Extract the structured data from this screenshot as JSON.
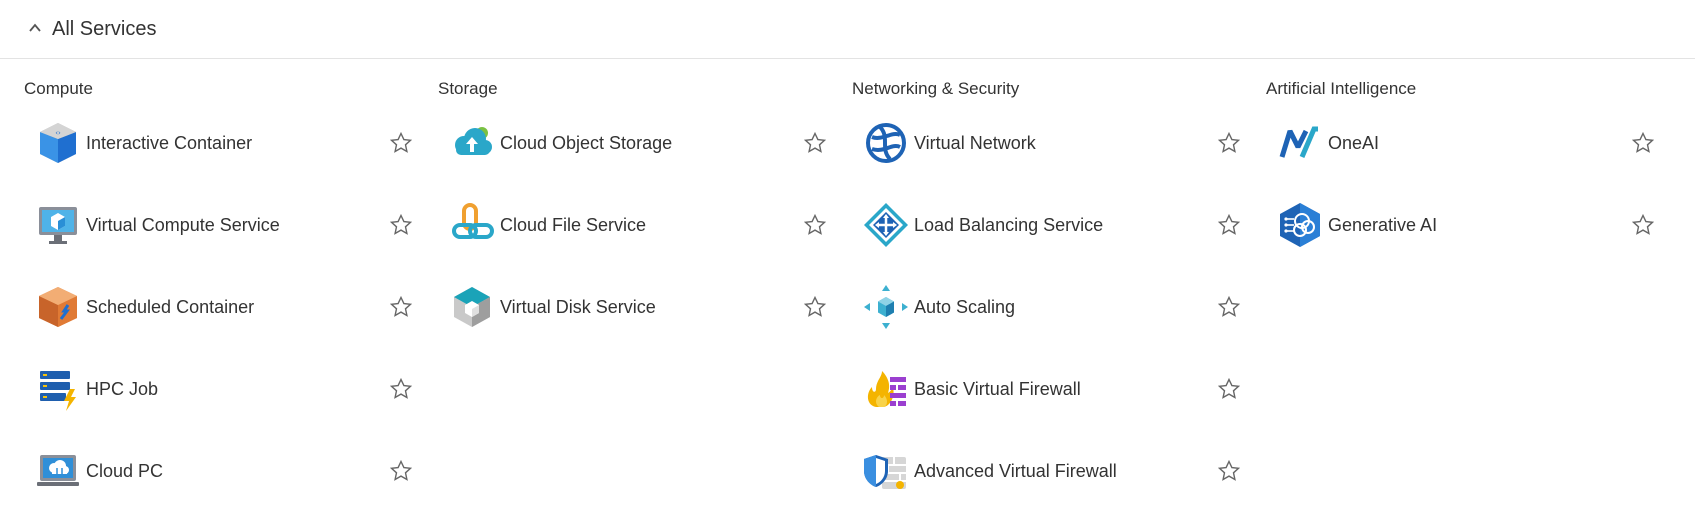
{
  "header": {
    "title": "All Services"
  },
  "categories": [
    {
      "title": "Compute",
      "items": [
        {
          "label": "Interactive Container",
          "icon": "interactive-container-icon"
        },
        {
          "label": "Virtual Compute Service",
          "icon": "virtual-compute-icon"
        },
        {
          "label": "Scheduled Container",
          "icon": "scheduled-container-icon"
        },
        {
          "label": "HPC Job",
          "icon": "hpc-job-icon"
        },
        {
          "label": "Cloud PC",
          "icon": "cloud-pc-icon"
        }
      ]
    },
    {
      "title": "Storage",
      "items": [
        {
          "label": "Cloud Object Storage",
          "icon": "cloud-object-storage-icon"
        },
        {
          "label": "Cloud File Service",
          "icon": "cloud-file-service-icon"
        },
        {
          "label": "Virtual Disk Service",
          "icon": "virtual-disk-icon"
        }
      ]
    },
    {
      "title": "Networking & Security",
      "items": [
        {
          "label": "Virtual Network",
          "icon": "virtual-network-icon"
        },
        {
          "label": "Load Balancing Service",
          "icon": "load-balancing-icon"
        },
        {
          "label": "Auto Scaling",
          "icon": "auto-scaling-icon"
        },
        {
          "label": "Basic Virtual Firewall",
          "icon": "basic-firewall-icon"
        },
        {
          "label": "Advanced Virtual Firewall",
          "icon": "advanced-firewall-icon"
        }
      ]
    },
    {
      "title": "Artificial Intelligence",
      "items": [
        {
          "label": "OneAI",
          "icon": "oneai-icon"
        },
        {
          "label": "Generative AI",
          "icon": "generative-ai-icon"
        }
      ]
    }
  ]
}
